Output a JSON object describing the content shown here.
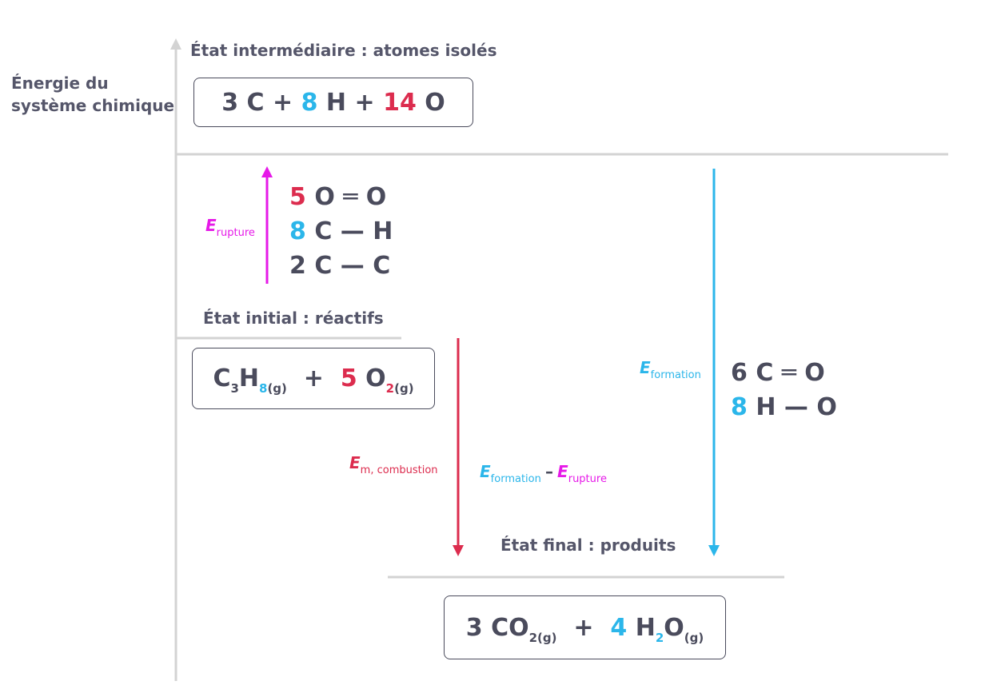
{
  "axis_label": {
    "line1": "Énergie du",
    "line2": "système chimique"
  },
  "states": {
    "intermediate": "État intermédiaire : atomes isolés",
    "initial": "État initial : réactifs",
    "final": "État final : produits"
  },
  "intermediate_box": {
    "c_coef": "3",
    "c": "C",
    "plus1": "+",
    "h_coef": "8",
    "h": "H",
    "plus2": "+",
    "o_coef": "14",
    "o": "O"
  },
  "reactants_box": {
    "c": "C",
    "c_sub": "3",
    "h": "H",
    "h_sub": "8",
    "h_state": "(g)",
    "plus": "+",
    "o2_coef": "5",
    "o": "O",
    "o_sub": "2",
    "o_state": "(g)"
  },
  "products_box": {
    "co2_coef": "3",
    "co2": "CO",
    "co2_sub": "2(g)",
    "plus": "+",
    "h2o_coef": "4",
    "h2o_h": "H",
    "h2o_h_sub": "2",
    "h2o_o": "O",
    "h2o_state": "(g)"
  },
  "rupture_bonds": [
    {
      "coef": "5",
      "bond": "O ═ O"
    },
    {
      "coef": "8",
      "bond": "C — H"
    },
    {
      "coef": "2",
      "bond": "C — C"
    }
  ],
  "formation_bonds": [
    {
      "coef": "6",
      "bond": "C ═ O"
    },
    {
      "coef": "8",
      "bond": "H — O"
    }
  ],
  "energies": {
    "rupture": {
      "symbol": "E",
      "sub": "rupture"
    },
    "formation": {
      "symbol": "E",
      "sub": "formation"
    },
    "combustion": {
      "symbol": "E",
      "sub": "m, combustion"
    },
    "difference": {
      "e1": "E",
      "sub1": "formation",
      "minus": "–",
      "e2": "E",
      "sub2": "rupture"
    }
  },
  "colors": {
    "text": "#4a4b5c",
    "red": "#dc2c4e",
    "blue": "#2bb6ea",
    "magenta": "#e619e8",
    "axis": "#d3d3d3"
  }
}
